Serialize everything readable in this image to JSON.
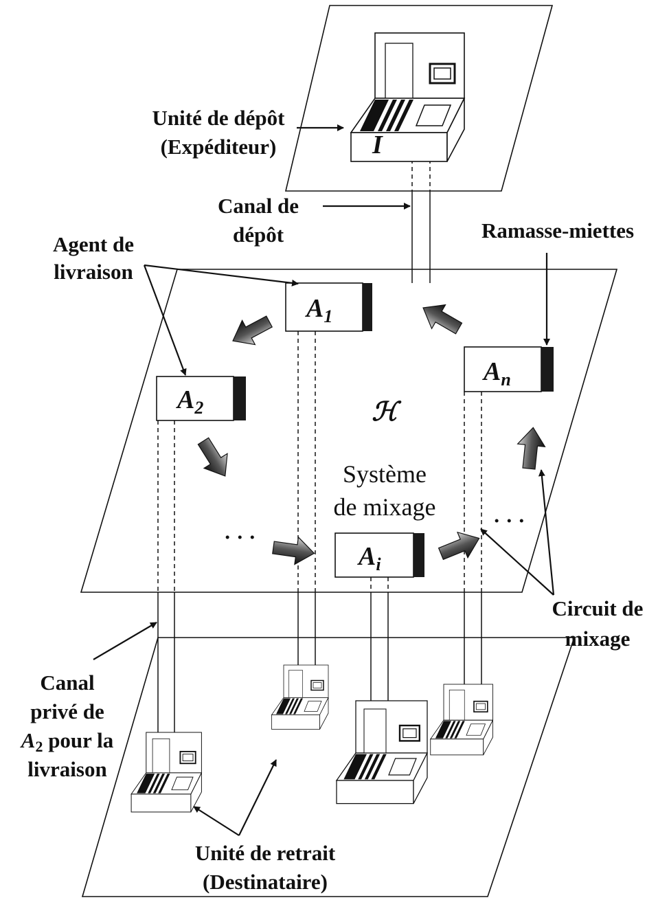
{
  "labels": {
    "unite_depot_1": "Unité de dépôt",
    "unite_depot_2": "(Expéditeur)",
    "canal_depot_1": "Canal de",
    "canal_depot_2": "dépôt",
    "agent_livraison_1": "Agent de",
    "agent_livraison_2": "livraison",
    "ramasse_miettes": "Ramasse-miettes",
    "systeme_mixage_1": "Système",
    "systeme_mixage_2": "de mixage",
    "h_symbol": "ℋ",
    "circuit_mixage_1": "Circuit de",
    "circuit_mixage_2": "mixage",
    "canal_prive_1": "Canal",
    "canal_prive_2": "privé de",
    "canal_prive_3_var": "A",
    "canal_prive_3_sub": "2",
    "canal_prive_3_rest": " pour la",
    "canal_prive_4": "livraison",
    "unite_retrait_1": "Unité de retrait",
    "unite_retrait_2": "(Destinataire)",
    "ellipsis": "· · ·"
  },
  "sender_unit": {
    "label": "I"
  },
  "agents": [
    {
      "id": "a1",
      "base": "A",
      "sub": "1"
    },
    {
      "id": "a2",
      "base": "A",
      "sub": "2"
    },
    {
      "id": "ai",
      "base": "A",
      "sub": "i"
    },
    {
      "id": "an",
      "base": "A",
      "sub": "n"
    }
  ]
}
